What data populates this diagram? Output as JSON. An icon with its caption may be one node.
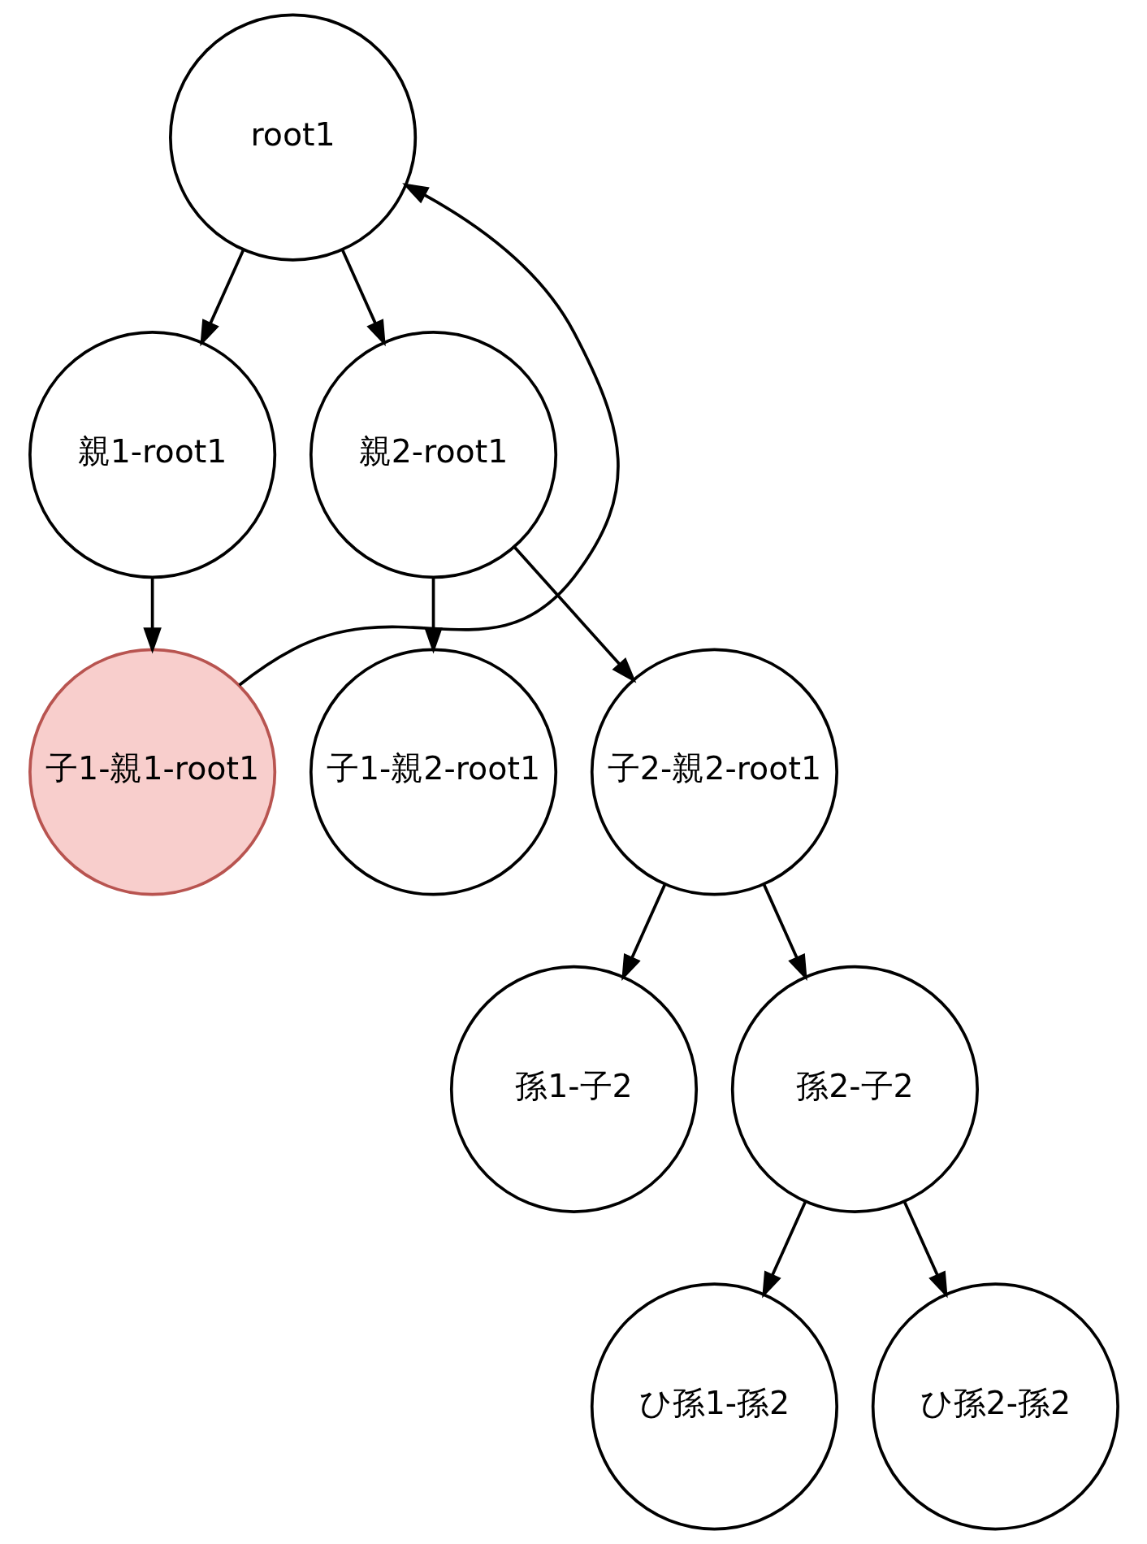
{
  "diagram": {
    "nodes": [
      {
        "text": [
          "root1"
        ]
      },
      {
        "text": [
          "親1-root1"
        ]
      },
      {
        "text": [
          "親2-root1"
        ]
      },
      {
        "text": [
          "子1-親1-root1"
        ]
      },
      {
        "text": [
          "子1-親2-root1"
        ]
      },
      {
        "text": [
          "子2-親2-root1"
        ]
      },
      {
        "text": [
          "孫1-子2"
        ]
      },
      {
        "text": [
          "孫2-子2"
        ]
      },
      {
        "text": [
          "ひ孫1-孫2"
        ]
      },
      {
        "text": [
          "ひ孫2-孫2"
        ]
      }
    ],
    "edges": [
      {
        "from": 0,
        "to": 1,
        "arrow": "to"
      },
      {
        "from": 0,
        "to": 2,
        "arrow": "to"
      },
      {
        "from": 1,
        "to": 3,
        "arrow": "to"
      },
      {
        "from": 2,
        "to": 4,
        "arrow": "to"
      },
      {
        "from": 2,
        "to": 5,
        "arrow": "to"
      },
      {
        "from": 5,
        "to": 6,
        "arrow": "to"
      },
      {
        "from": 5,
        "to": 7,
        "arrow": "to"
      },
      {
        "from": 7,
        "to": 8,
        "arrow": "to"
      },
      {
        "from": 7,
        "to": 9,
        "arrow": "to"
      },
      {
        "from": 3,
        "to": 0,
        "arrow": "to"
      }
    ]
  }
}
